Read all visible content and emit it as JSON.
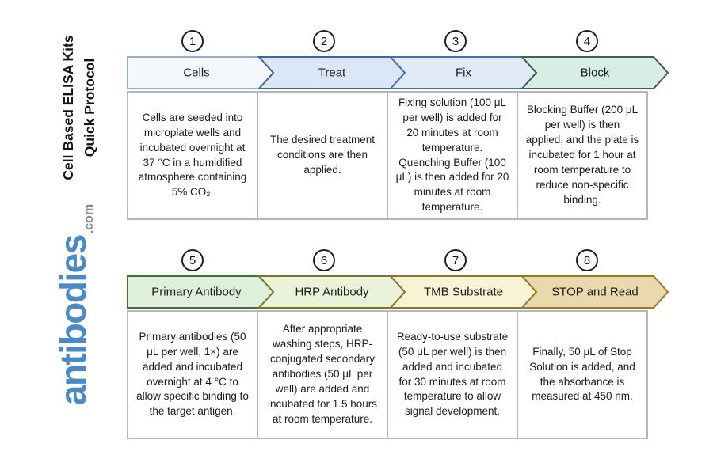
{
  "sidebar": {
    "title_line1": "Cell Based ELISA Kits",
    "title_line2": "Quick Protocol",
    "logo_main": "antibodies",
    "logo_suffix": ".com",
    "logo_color": "#4d8ac4",
    "logo_suffix_color": "#8c8c8c"
  },
  "diagram": {
    "rows": [
      {
        "steps": [
          {
            "number": "1",
            "label": "Cells",
            "fill": "#f4f8fb",
            "stroke": "#93adca",
            "description": "Cells are seeded into microplate wells and incubated overnight at 37 °C in a humidified atmosphere containing 5% CO₂."
          },
          {
            "number": "2",
            "label": "Treat",
            "fill": "#dbe7f7",
            "stroke": "#3f6595",
            "description": "The desired treatment conditions are then applied."
          },
          {
            "number": "3",
            "label": "Fix",
            "fill": "#e1eaf8",
            "stroke": "#4a6f9f",
            "description": "Fixing solution (100 μL per well) is added for 20 minutes at room temperature. Quenching Buffer (100 μL) is then added for 20 minutes at room temperature."
          },
          {
            "number": "4",
            "label": "Block",
            "fill": "#d7eee4",
            "stroke": "#3d5f58",
            "description": "Blocking Buffer (200 μL per well) is then applied, and the plate is incubated for 1 hour at room temperature to reduce non-specific binding."
          }
        ]
      },
      {
        "steps": [
          {
            "number": "5",
            "label": "Primary Antibody",
            "fill": "#def0dc",
            "stroke": "#456e37",
            "description": "Primary antibodies (50 μL per well, 1×) are added and incubated overnight at 4 °C to allow specific binding to the target antigen."
          },
          {
            "number": "6",
            "label": "HRP Antibody",
            "fill": "#eaf3da",
            "stroke": "#76752e",
            "description": "After appropriate washing steps, HRP-conjugated secondary antibodies (50 μL per well) are added and incubated for 1.5 hours at room temperature."
          },
          {
            "number": "7",
            "label": "TMB Substrate",
            "fill": "#f9f3d6",
            "stroke": "#8a7331",
            "description": "Ready-to-use substrate (50 μL per well) is then added and incubated for 30 minutes at room temperature to allow signal development."
          },
          {
            "number": "8",
            "label": "STOP and Read",
            "fill": "#e9d9ad",
            "stroke": "#97782f",
            "description": "Finally, 50 μL of Stop Solution is added, and the absorbance is measured at 450 nm."
          }
        ]
      }
    ]
  }
}
